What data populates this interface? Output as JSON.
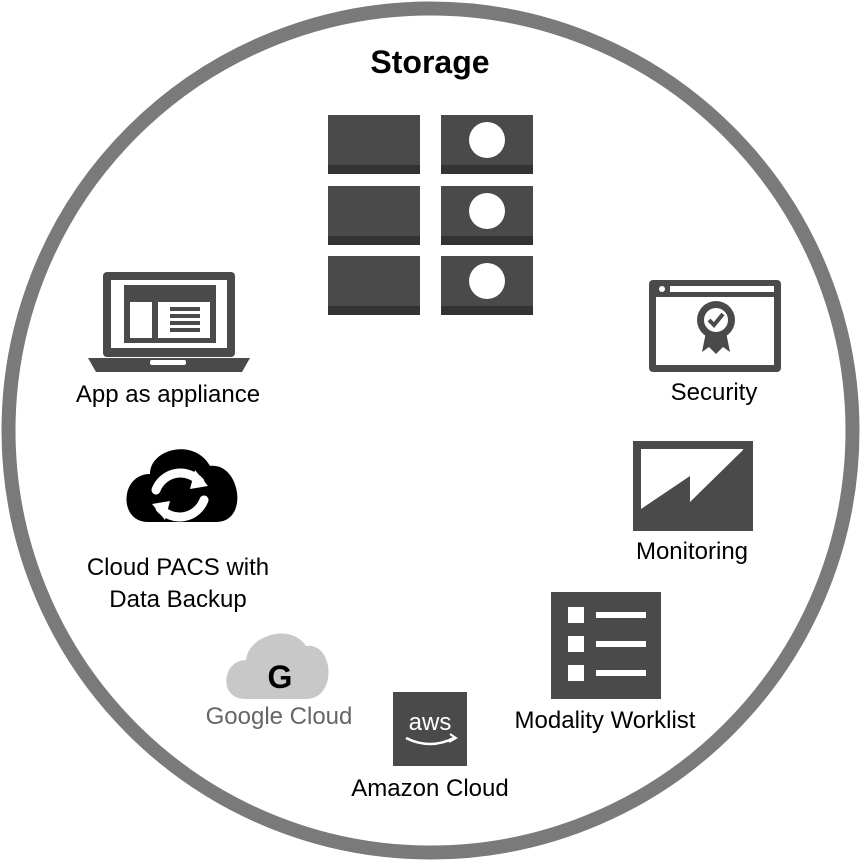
{
  "title": "Storage",
  "colors": {
    "ring": "#7a7a7a",
    "dark": "#4a4a4a",
    "light_cloud": "#c8c8c8",
    "muted_text": "#666666"
  },
  "nodes": {
    "app": {
      "label": "App as appliance",
      "icon": "laptop-icon"
    },
    "cloud_pacs": {
      "label_line1": "Cloud PACS with",
      "label_line2": "Data Backup",
      "icon": "cloud-sync-icon"
    },
    "google": {
      "glyph": "G",
      "label": "Google Cloud",
      "icon": "google-cloud-icon"
    },
    "aws": {
      "glyph": "aws",
      "label": "Amazon Cloud",
      "icon": "aws-icon"
    },
    "worklist": {
      "label": "Modality Worklist",
      "icon": "checklist-icon"
    },
    "monitoring": {
      "label": "Monitoring",
      "icon": "chart-icon"
    },
    "security": {
      "label": "Security",
      "icon": "certificate-browser-icon"
    }
  }
}
